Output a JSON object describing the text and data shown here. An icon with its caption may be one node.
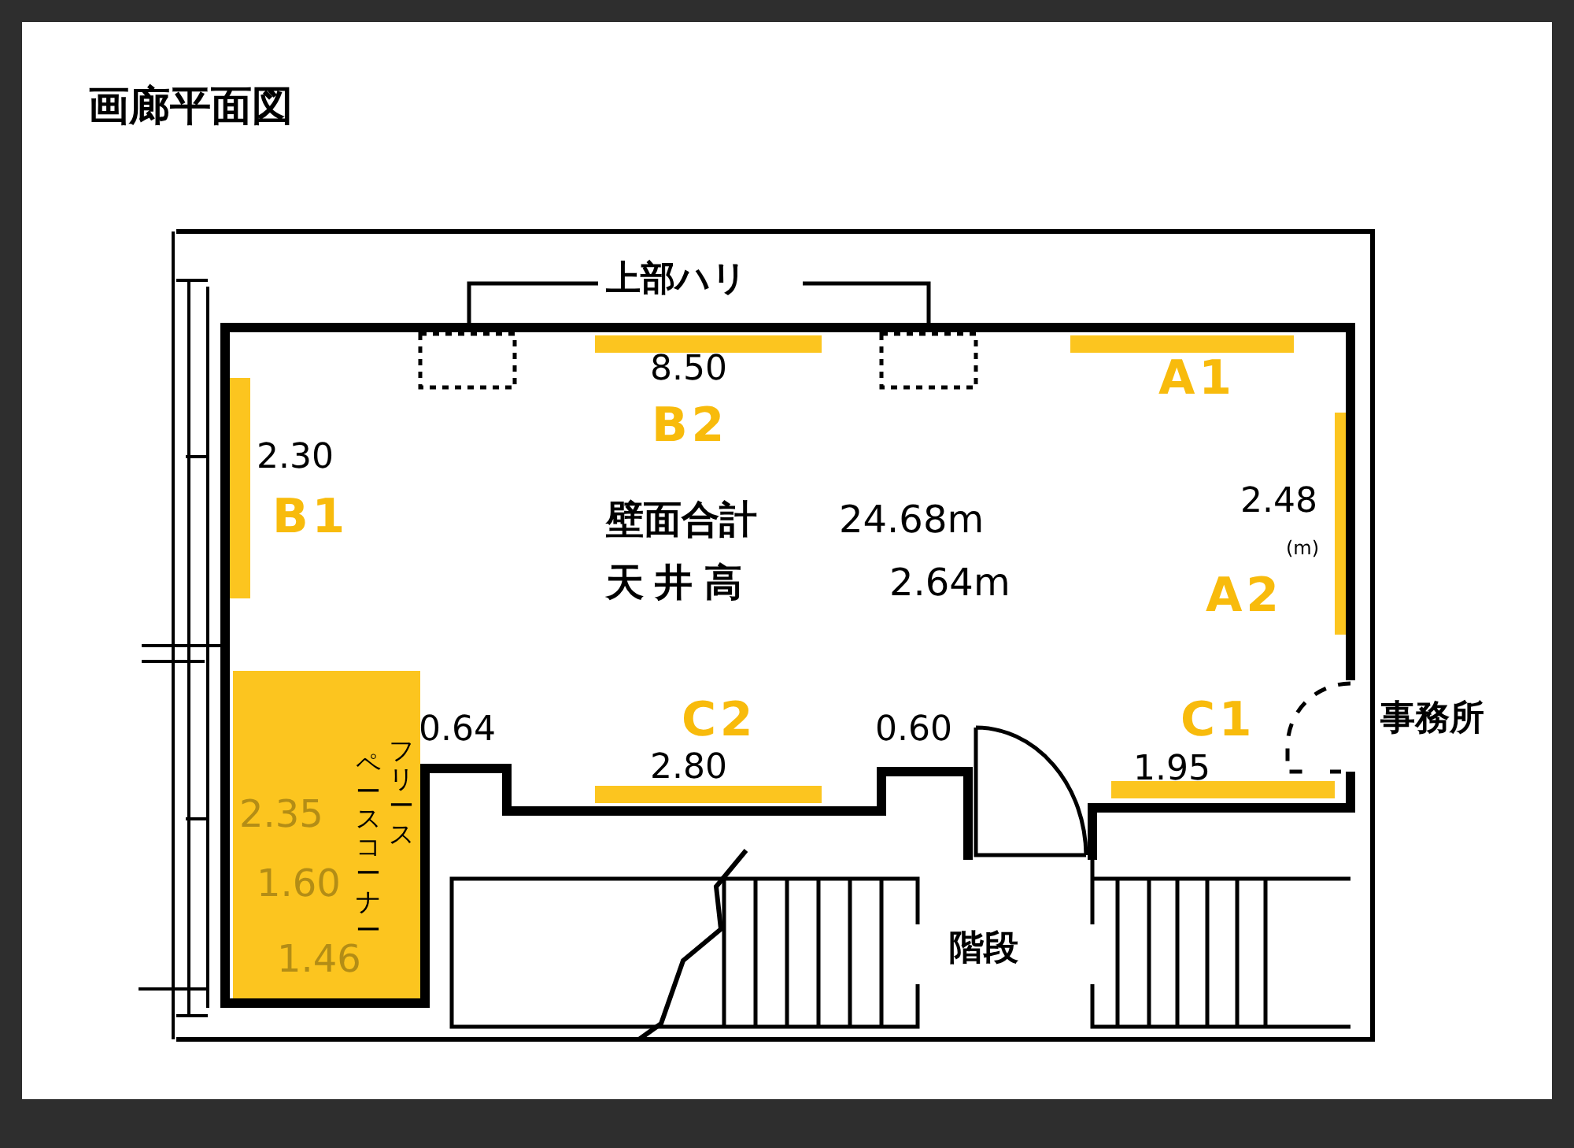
{
  "diagram": {
    "title": "画廊平面図",
    "labels": [
      "上部ハリ",
      "8.50",
      "A1",
      "B2",
      "2.30",
      "B1",
      "壁面合計",
      "24.68m",
      "2.48",
      "天井高",
      "2.64m",
      "(m)",
      "A2",
      "0.64",
      "C2",
      "0.60",
      "C1",
      "事務所",
      "2.80",
      "1.95",
      "フリース",
      "ペースコーナー",
      "2.35",
      "1.60",
      "1.46",
      "階段"
    ]
  }
}
